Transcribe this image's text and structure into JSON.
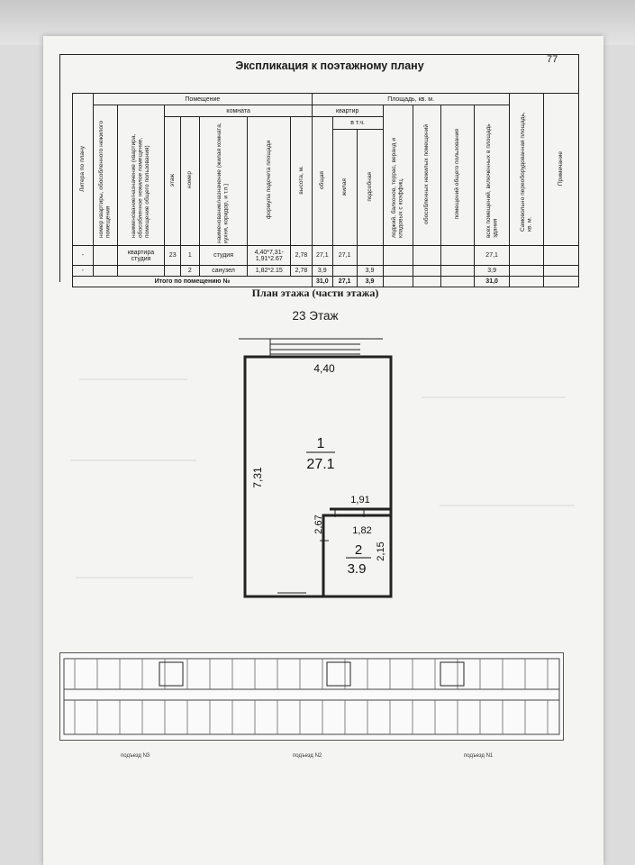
{
  "page_number": "77",
  "explication": {
    "title": "Экспликация к поэтажному плану",
    "group_room": "Помещение",
    "group_area": "Площадь, кв. м.",
    "group_komnata": "комната",
    "group_kvartir": "квартир",
    "group_vtch": "в т.ч.",
    "col_litera": "Литера по плану",
    "col_nomer_kv": "номер квартиры, обособленного нежилого помещения",
    "col_naznach_kv": "наименование/назначение (квартира, обособленное нежилое помещение, помещение общего пользования)",
    "col_etazh": "этаж",
    "col_nomer": "номер",
    "col_naznach": "наименование/назначение (жилая комната, кухня, коридор, и т.п.)",
    "col_formula": "формула подсчета площади",
    "col_vysota": "высота, м.",
    "col_obshaya": "общая",
    "col_zhilaya": "жилая",
    "col_podsobnaya": "подсобная",
    "col_lodzhii": "лоджий, балконов, террас, веранд и кладовых с коэффиц.",
    "col_nezhil": "обособленных нежилых помещений",
    "col_obsh_polz": "помещений общего пользования",
    "col_vseh": "всех помещений, включенных в площадь здания",
    "col_samovol": "Самовольно переоборудованная площадь, кв. м.",
    "col_primech": "Примечание",
    "rows": [
      {
        "litera": "-",
        "nomer_kv": "",
        "naznach_kv": "квартира студия",
        "etazh": "23",
        "nomer": "1",
        "naznach": "студия",
        "formula": "4,40*7,31-1,91*2.67",
        "vysota": "2,78",
        "obshaya": "27,1",
        "zhilaya": "27,1",
        "podsobnaya": "",
        "vseh": "27,1"
      },
      {
        "litera": "-",
        "nomer_kv": "",
        "naznach_kv": "",
        "etazh": "",
        "nomer": "2",
        "naznach": "санузел",
        "formula": "1,82*2.15",
        "vysota": "2,78",
        "obshaya": "3,9",
        "zhilaya": "",
        "podsobnaya": "3,9",
        "vseh": "3,9"
      }
    ],
    "total": {
      "label": "Итого по помещению №",
      "obshaya": "31,0",
      "zhilaya": "27,1",
      "podsobnaya": "3,9",
      "vseh": "31,0"
    }
  },
  "plan": {
    "title": "План этажа (части этажа)",
    "floor": "23 Этаж",
    "dim_top": "4,40",
    "dim_left": "7,31",
    "room1_number": "1",
    "room1_area": "27.1",
    "dim_bath_top": "1,91",
    "dim_bath_inner": "1,82",
    "dim_bath_left": "2,67",
    "dim_bath_right": "2,15",
    "room2_number": "2",
    "room2_area": "3.9"
  },
  "entrances": [
    "подъезд N3",
    "подъезд N2",
    "подъезд N1"
  ]
}
